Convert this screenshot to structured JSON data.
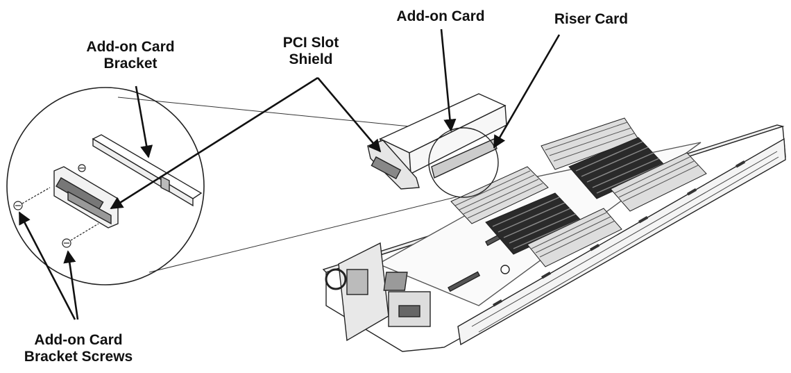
{
  "labels": {
    "addon_card_bracket": [
      "Add-on Card",
      "Bracket"
    ],
    "pci_slot_shield": [
      "PCI Slot",
      "Shield"
    ],
    "addon_card": [
      "Add-on Card"
    ],
    "riser_card": [
      "Riser Card"
    ],
    "bracket_screws": [
      "Add-on Card",
      "Bracket Screws"
    ]
  },
  "colors": {
    "line": "#222222",
    "fill": "#ffffff",
    "shade": "#8a8a8a",
    "dark": "#333333"
  }
}
